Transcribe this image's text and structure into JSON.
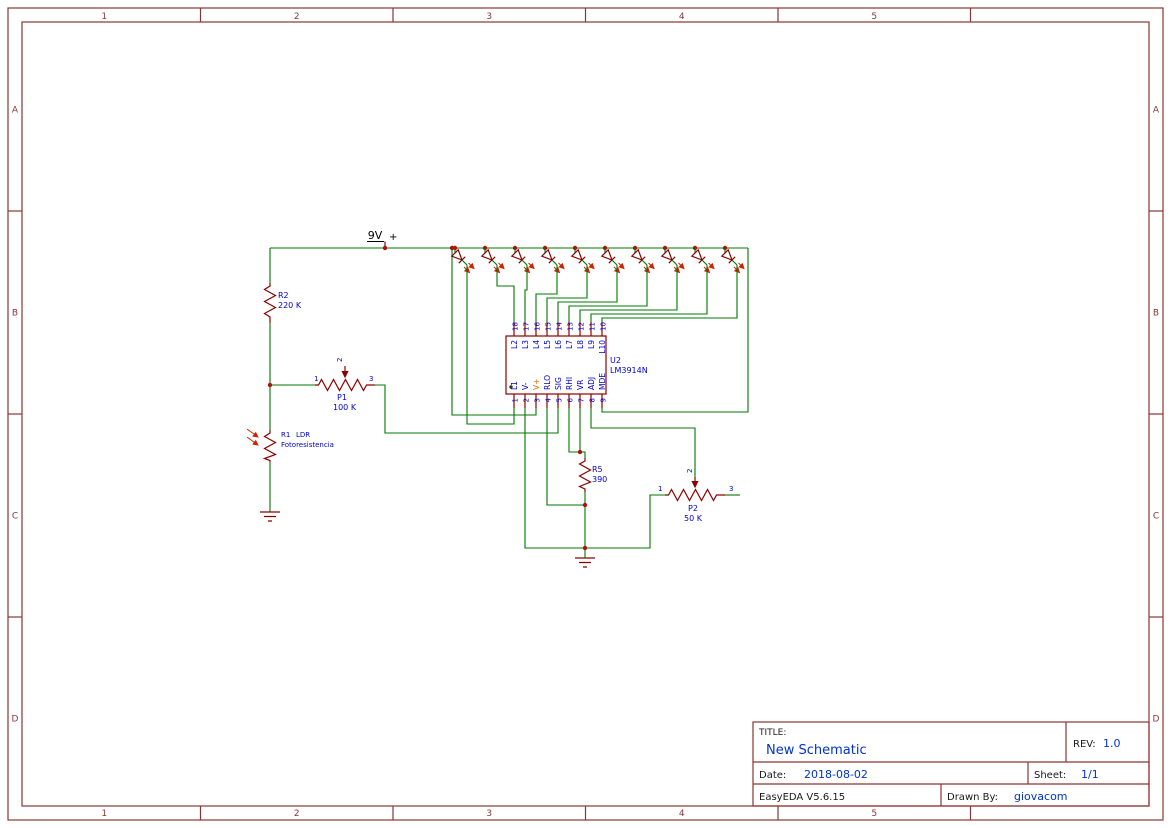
{
  "colors": {
    "frame": "#8a3535",
    "wire": "#007700",
    "component": "#8b0000",
    "label": "#0000cc",
    "junction": "#b01010",
    "arrow": "#cc2200",
    "vplus_pin": "#e86a00",
    "title_value": "#0033cc",
    "title_label": "#1a1a1a"
  },
  "frame": {
    "columns": [
      "1",
      "2",
      "3",
      "4",
      "5"
    ],
    "rows": [
      "A",
      "B",
      "C",
      "D"
    ]
  },
  "power": {
    "net": "9V",
    "plus": "+"
  },
  "components": {
    "r2": {
      "ref": "R2",
      "value": "220 K"
    },
    "p1": {
      "ref": "P1",
      "value": "100 K",
      "pin1": "1",
      "pin2": "2",
      "pin3": "3"
    },
    "r1": {
      "ref": "R1",
      "name": "LDR",
      "desc": "Fotoresistencia"
    },
    "r5": {
      "ref": "R5",
      "value": "390"
    },
    "p2": {
      "ref": "P2",
      "value": "50 K",
      "pin1": "1",
      "pin2": "2",
      "pin3": "3"
    },
    "leds": {
      "count": 10
    },
    "u2": {
      "ref": "U2",
      "part": "LM3914N",
      "top_pins": [
        {
          "num": "18",
          "name": "L2"
        },
        {
          "num": "17",
          "name": "L3"
        },
        {
          "num": "16",
          "name": "L4"
        },
        {
          "num": "15",
          "name": "L5"
        },
        {
          "num": "14",
          "name": "L6"
        },
        {
          "num": "13",
          "name": "L7"
        },
        {
          "num": "12",
          "name": "L8"
        },
        {
          "num": "11",
          "name": "L9"
        },
        {
          "num": "10",
          "name": "L10"
        }
      ],
      "bottom_pins": [
        {
          "num": "1",
          "name": "L1"
        },
        {
          "num": "2",
          "name": "V-"
        },
        {
          "num": "3",
          "name": "V+"
        },
        {
          "num": "4",
          "name": "RLO"
        },
        {
          "num": "5",
          "name": "SIG"
        },
        {
          "num": "6",
          "name": "RHI"
        },
        {
          "num": "7",
          "name": "VR"
        },
        {
          "num": "8",
          "name": "ADJ"
        },
        {
          "num": "9",
          "name": "MDE"
        }
      ]
    }
  },
  "title_block": {
    "title_label": "TITLE:",
    "title": "New Schematic",
    "rev_label": "REV:",
    "rev": "1.0",
    "date_label": "Date:",
    "date": "2018-08-02",
    "sheet_label": "Sheet:",
    "sheet": "1/1",
    "software": "EasyEDA V5.6.15",
    "drawn_by_label": "Drawn By:",
    "drawn_by": "giovacom"
  }
}
